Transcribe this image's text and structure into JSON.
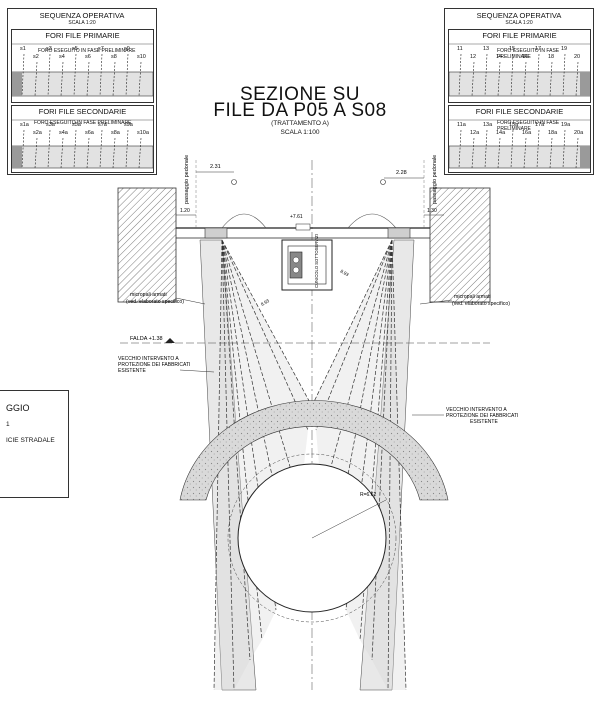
{
  "title": {
    "line1": "SEZIONE SU",
    "line2": "FILE DA P05 A S08",
    "sub": "(TRATTAMENTO A)",
    "scale": "SCALA 1:100"
  },
  "left_panel": {
    "heading": "SEQUENZA OPERATIVA",
    "scale": "SCALA 1:20",
    "primary_title": "FORI FILE PRIMARIE",
    "primary_note": "FORO ESEGUITO IN FASE PRELIMINARE",
    "primary_labels": [
      "s1",
      "s2",
      "s3",
      "s4",
      "s5",
      "s6",
      "s7",
      "s8",
      "s9",
      "s10"
    ],
    "secondary_title": "FORI FILE SECONDARIE",
    "secondary_note": "FORO ESEGUITO IN FASE PRELIMINARE",
    "secondary_labels": [
      "s1a",
      "s2a",
      "s3a",
      "s4a",
      "s5a",
      "s6a",
      "s7a",
      "s8a",
      "s9a",
      "s10a"
    ]
  },
  "right_panel": {
    "heading": "SEQUENZA OPERATIVA",
    "scale": "SCALA 1:20",
    "primary_title": "FORI FILE PRIMARIE",
    "primary_note": "FORO ESEGUITO IN FASE PRELIMINARE",
    "primary_labels": [
      "11",
      "12",
      "13",
      "14",
      "15",
      "16",
      "17",
      "18",
      "19",
      "20"
    ],
    "secondary_title": "FORI FILE SECONDARIE",
    "secondary_note": "FORO ESEGUITO IN FASE PRELIMINARE",
    "secondary_labels": [
      "11a",
      "12a",
      "13a",
      "14a",
      "15a",
      "16a",
      "17a",
      "18a",
      "19a",
      "20a"
    ]
  },
  "drawing": {
    "pedestrian_left": "passaggio pedonale",
    "pedestrian_right": "passaggio pedonale",
    "dim_left": "2.31",
    "dim_right": "2.28",
    "dim_side_left": "1.20",
    "dim_side_right": "1.30",
    "micropali_left": "micropali armati",
    "micropali_left_2": "(ved. elaborato specifico)",
    "micropali_right": "micropali armati",
    "micropali_right_2": "(ved. elaborato specifico)",
    "falda": "FALDA +1.38",
    "vecchio_left_1": "VECCHIO INTERVENTO A",
    "vecchio_left_2": "PROTEZIONE DEI FABBRICATI",
    "vecchio_left_3": "ESISTENTE",
    "vecchio_right_1": "VECCHIO INTERVENTO A",
    "vecchio_right_2": "PROTEZIONE DEI FABBRICATI",
    "vecchio_right_3": "ESISTENTE",
    "radius": "R=6.62",
    "slab_label": "+7.61",
    "box_label": "CUNICOLO SOTTOSERVIZI",
    "angle_left": "8.93",
    "angle_right": "8.93"
  },
  "legend_fragment": {
    "line1": "GGIO",
    "line2": "1",
    "line3": "ICIE STRADALE"
  }
}
